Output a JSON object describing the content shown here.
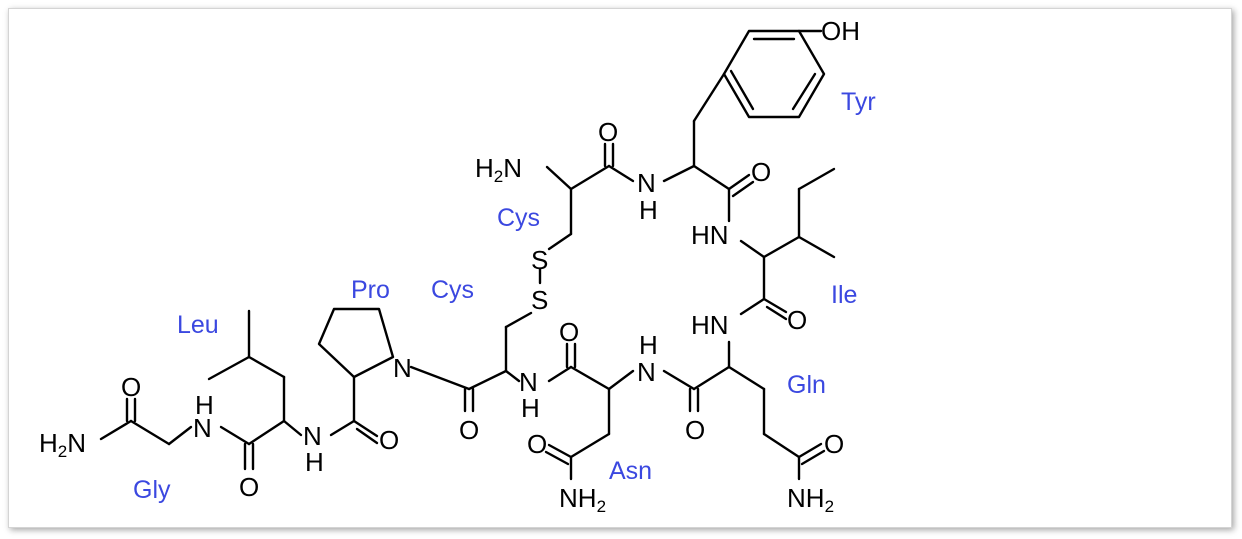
{
  "colors": {
    "residue_label": "#3b48e0",
    "bond": "#000000",
    "atom": "#000000"
  },
  "atoms": {
    "oh": "OH",
    "h2n_top": "H2N",
    "o_cys1": "O",
    "nh_tyr_n": "N",
    "nh_tyr_h": "H",
    "o_tyr": "O",
    "hn_ile": "HN",
    "s1": "S",
    "s2": "S",
    "hn_gln": "HN",
    "o_ile": "O",
    "o_cys6": "O",
    "h_asn_nh": "H",
    "n_asn_nh": "N",
    "o_gly": "O",
    "h_gly_nh": "H",
    "n_gly_nh": "N",
    "n_pro": "N",
    "n_cys6_nh": "N",
    "h_cys6_nh": "H",
    "o_asn_side": "O",
    "o_asn_bb": "O",
    "o_pro": "O",
    "o_gln_bb": "O",
    "o_gln_side": "O",
    "n_leu_nh": "N",
    "h_leu_nh": "H",
    "h2n_gly": "H2N",
    "o_leu": "O",
    "nh2_asn": "NH2",
    "nh2_gln": "NH2"
  },
  "residues": {
    "tyr": "Tyr",
    "cys1": "Cys",
    "ile": "Ile",
    "pro": "Pro",
    "cys6": "Cys",
    "leu": "Leu",
    "gln": "Gln",
    "asn": "Asn",
    "gly": "Gly"
  }
}
